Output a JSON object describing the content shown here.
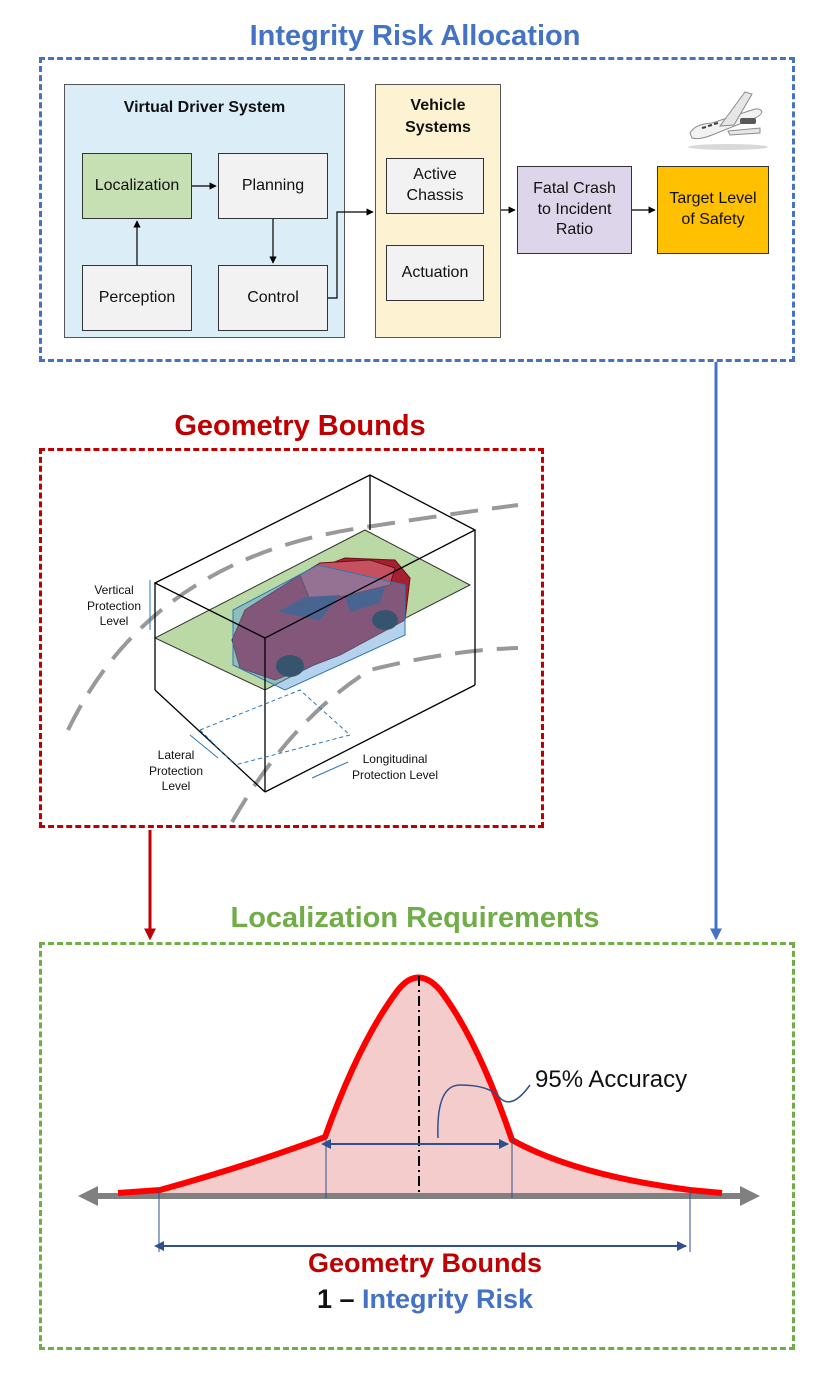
{
  "sections": {
    "integrity_title": "Integrity Risk Allocation",
    "geometry_title": "Geometry Bounds",
    "localization_title": "Localization Requirements"
  },
  "allocation": {
    "virtual_driver_title": "Virtual Driver System",
    "localization": "Localization",
    "planning": "Planning",
    "perception": "Perception",
    "control": "Control",
    "vehicle_systems_title": "Vehicle Systems",
    "active_chassis": "Active Chassis",
    "actuation": "Actuation",
    "fatal_crash": "Fatal Crash to Incident Ratio",
    "target_safety": "Target Level of Safety"
  },
  "geometry": {
    "vertical": "Vertical Protection Level",
    "lateral": "Lateral Protection Level",
    "longitudinal": "Longitudinal Protection Level"
  },
  "localization": {
    "accuracy": "95% Accuracy",
    "bounds_label": "Geometry Bounds",
    "one_minus": "1 –",
    "integrity_risk": "Integrity Risk"
  },
  "colors": {
    "blue": "#4472c4",
    "red": "#c00000",
    "green": "#70ad47",
    "virtual_driver_bg": "#dbeef7",
    "localization_box": "#c6e0b4",
    "vehicle_systems_bg": "#fdf3d3",
    "fatal_crash_box": "#ddd6ea",
    "target_box": "#ffc000",
    "curve_fill": "#f4cccc",
    "curve_stroke": "#ff0000"
  }
}
